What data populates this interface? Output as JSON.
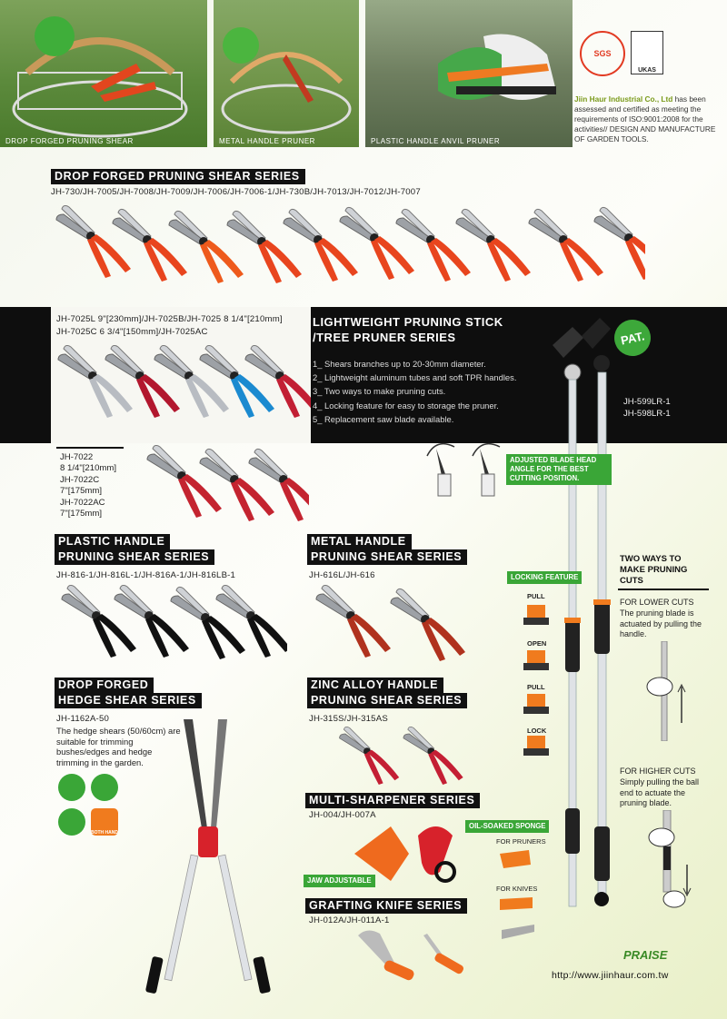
{
  "photos": [
    {
      "caption": "DROP FORGED PRUNING SHEAR"
    },
    {
      "caption": "METAL HANDLE PRUNER"
    },
    {
      "caption": "PLASTIC HANDLE ANVIL PRUNER"
    }
  ],
  "cert": {
    "sgs_label": "SGS",
    "ukas_label": "UKAS",
    "company": "Jiin Haur Industrial Co., Ltd",
    "line1": " has been assessed and certified as meeting the requirements of ISO:9001:2008 for the activities// DESIGN AND MANUFACTURE OF GARDEN TOOLS."
  },
  "drop_forged": {
    "title": "DROP FORGED PRUNING SHEAR SERIES",
    "models": "JH-730/JH-7005/JH-7008/JH-7009/JH-7006/JH-7006-1/JH-730B/JH-7013/JH-7012/JH-7007"
  },
  "jh7025": {
    "line1": "JH-7025L 9\"[230mm]/JH-7025B/JH-7025 8 1/4\"[210mm]",
    "line2": "JH-7025C 6 3/4\"[150mm]/JH-7025AC"
  },
  "stick": {
    "title1": "LIGHTWEIGHT PRUNING STICK",
    "title2": "/TREE PRUNER SERIES",
    "features": [
      "1_ Shears branches up to 20-30mm diameter.",
      "2_ Lightweight aluminum tubes and soft TPR handles.",
      "3_ Two ways to make pruning cuts.",
      "4_ Locking feature for easy to storage the pruner.",
      "5_ Replacement saw blade available."
    ],
    "pat": "PAT.",
    "models1": "JH-599LR-1",
    "models2": "JH-598LR-1"
  },
  "jh7022": {
    "m1": "JH-7022",
    "s1": "8 1/4\"[210mm]",
    "m2": "JH-7022C",
    "s2": "7\"[175mm]",
    "m3": "JH-7022AC",
    "s3": "7\"[175mm]"
  },
  "adjusted": "ADJUSTED BLADE HEAD ANGLE FOR THE BEST CUTTING POSITION.",
  "locking": "LOCKING FEATURE",
  "lock_states": [
    "PULL",
    "OPEN",
    "PULL",
    "LOCK"
  ],
  "two_ways": {
    "title": "TWO WAYS TO MAKE PRUNING CUTS",
    "lower_h": "FOR LOWER CUTS",
    "lower_t": "The pruning blade is actuated by pulling the handle.",
    "higher_h": "FOR HIGHER CUTS",
    "higher_t": "Simply pulling the ball end to actuate the pruning blade."
  },
  "plastic": {
    "title1": "PLASTIC HANDLE",
    "title2": "PRUNING SHEAR SERIES",
    "models": "JH-816-1/JH-816L-1/JH-816A-1/JH-816LB-1"
  },
  "metal": {
    "title1": "METAL HANDLE",
    "title2": "PRUNING SHEAR SERIES",
    "models": "JH-616L/JH-616"
  },
  "hedge": {
    "title1": "DROP FORGED",
    "title2": "HEDGE SHEAR SERIES",
    "models": "JH-1162A-50",
    "desc": "The hedge shears (50/60cm) are suitable for trimming bushes/edges and hedge trimming in the garden.",
    "badge": "BOTH HAND"
  },
  "zinc": {
    "title1": "ZINC ALLOY HANDLE",
    "title2": "PRUNING SHEAR SERIES",
    "models": "JH-315S/JH-315AS"
  },
  "sharpener": {
    "title": "MULTI-SHARPENER SERIES",
    "models": "JH-004/JH-007A",
    "sponge": "OIL-SOAKED SPONGE",
    "jaw": "JAW ADJUSTABLE",
    "for_pruners": "FOR PRUNERS",
    "for_knives": "FOR KNIVES"
  },
  "grafting": {
    "title": "GRAFTING KNIFE SERIES",
    "models": "JH-012A/JH-011A-1"
  },
  "brand": "PRAISE",
  "url": "http://www.jiinhaur.com.tw"
}
